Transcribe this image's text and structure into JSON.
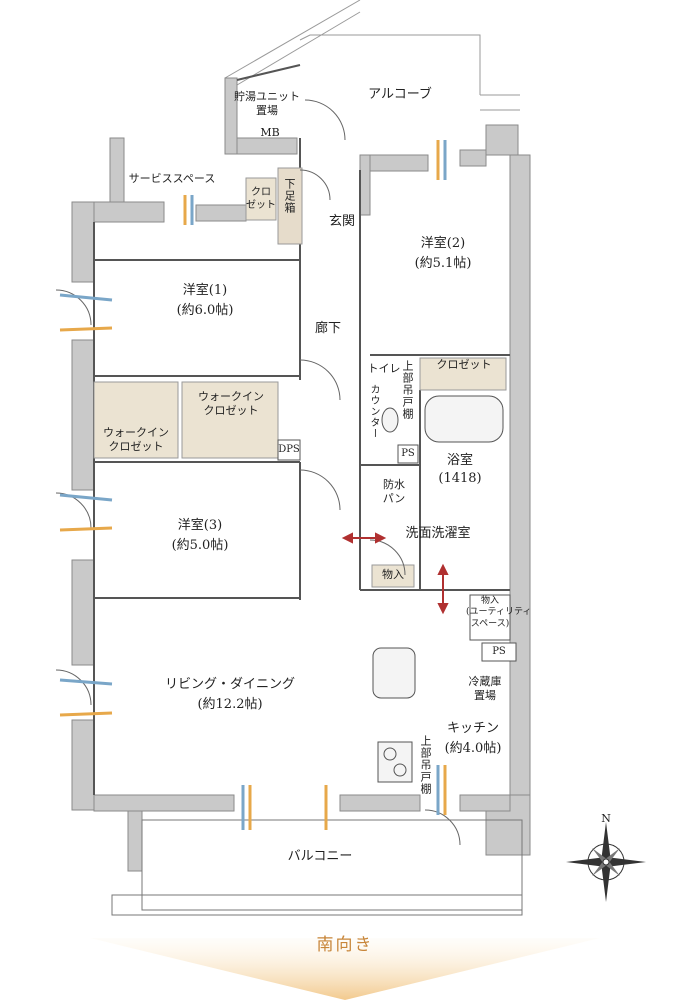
{
  "rooms": {
    "alcove": "アルコーブ",
    "water_heater": "貯湯ユニット\n置場",
    "mb": "MB",
    "service_space": "サービススペース",
    "closet_small": "クロ\nゼット",
    "shoe_box": "下足箱",
    "entrance": "玄関",
    "bedroom1_name": "洋室(1)",
    "bedroom1_size": "(約6.0帖)",
    "bedroom2_name": "洋室(2)",
    "bedroom2_size": "(約5.1帖)",
    "bedroom3_name": "洋室(3)",
    "bedroom3_size": "(約5.0帖)",
    "hallway": "廊下",
    "toilet": "トイレ",
    "upper_shelf": "上部吊戸棚",
    "counter": "カウンター",
    "closet": "クロゼット",
    "walkin_closet": "ウォークイン\nクロゼット",
    "dps": "DPS",
    "ps": "PS",
    "bathroom_name": "浴室",
    "bathroom_size": "(1418)",
    "waterproof_pan": "防水\nパン",
    "washroom": "洗面洗濯室",
    "storage": "物入",
    "storage_utility": "物入\n(ユーティリティ\nスペース)",
    "fridge": "冷蔵庫\n置場",
    "kitchen_name": "キッチン",
    "kitchen_size": "(約4.0帖)",
    "living_name": "リビング・ダイニング",
    "living_size": "(約12.2帖)",
    "balcony": "バルコニー"
  },
  "compass_north": "N",
  "orientation": "南向き",
  "colors": {
    "wall": "#c9c9c9",
    "wall_stroke": "#8a8a8a",
    "closet_fill": "#ebe3d2",
    "shoe_fill": "#e6dccb",
    "arrow": "#b03030",
    "vent_orange": "#e7a84a",
    "vent_blue": "#7aa6c8",
    "south_gradient": "#f0c079"
  }
}
